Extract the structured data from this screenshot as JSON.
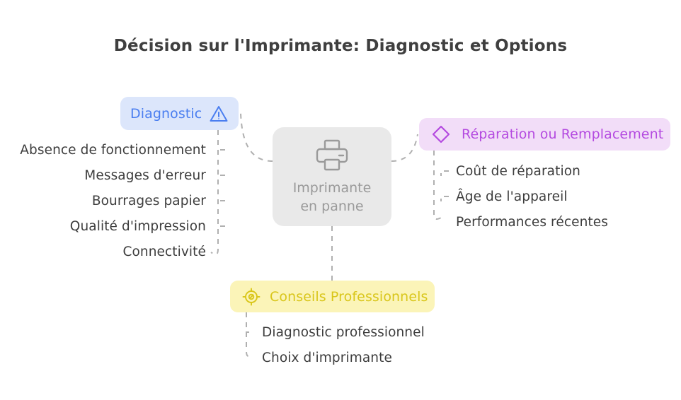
{
  "title": "Décision sur l'Imprimante: Diagnostic et Options",
  "colors": {
    "title_text": "#3f3f3f",
    "central_bg": "#e9e9e9",
    "central_text": "#9a9a9a",
    "diagnostic_bg": "#dce6fb",
    "diagnostic_text": "#4a7ef0",
    "reparation_bg": "#f2ddf8",
    "reparation_text": "#b44ae0",
    "conseils_bg": "#fbf4b8",
    "conseils_text": "#d9c61b",
    "leaf_text": "#3d3d3d",
    "connector": "#b0b0b0"
  },
  "central": {
    "icon": "printer-icon",
    "line1": "Imprimante",
    "line2": "en panne"
  },
  "branches": {
    "diagnostic": {
      "label": "Diagnostic",
      "icon": "warning-triangle-icon",
      "items": [
        "Absence de fonctionnement",
        "Messages d'erreur",
        "Bourrages papier",
        "Qualité d'impression",
        "Connectivité"
      ]
    },
    "reparation": {
      "label": "Réparation ou Remplacement",
      "icon": "diamond-icon",
      "items": [
        "Coût de réparation",
        "Âge de l'appareil",
        "Performances récentes"
      ]
    },
    "conseils": {
      "label": "Conseils Professionnels",
      "icon": "compass-target-icon",
      "items": [
        "Diagnostic professionnel",
        "Choix d'imprimante"
      ]
    }
  }
}
